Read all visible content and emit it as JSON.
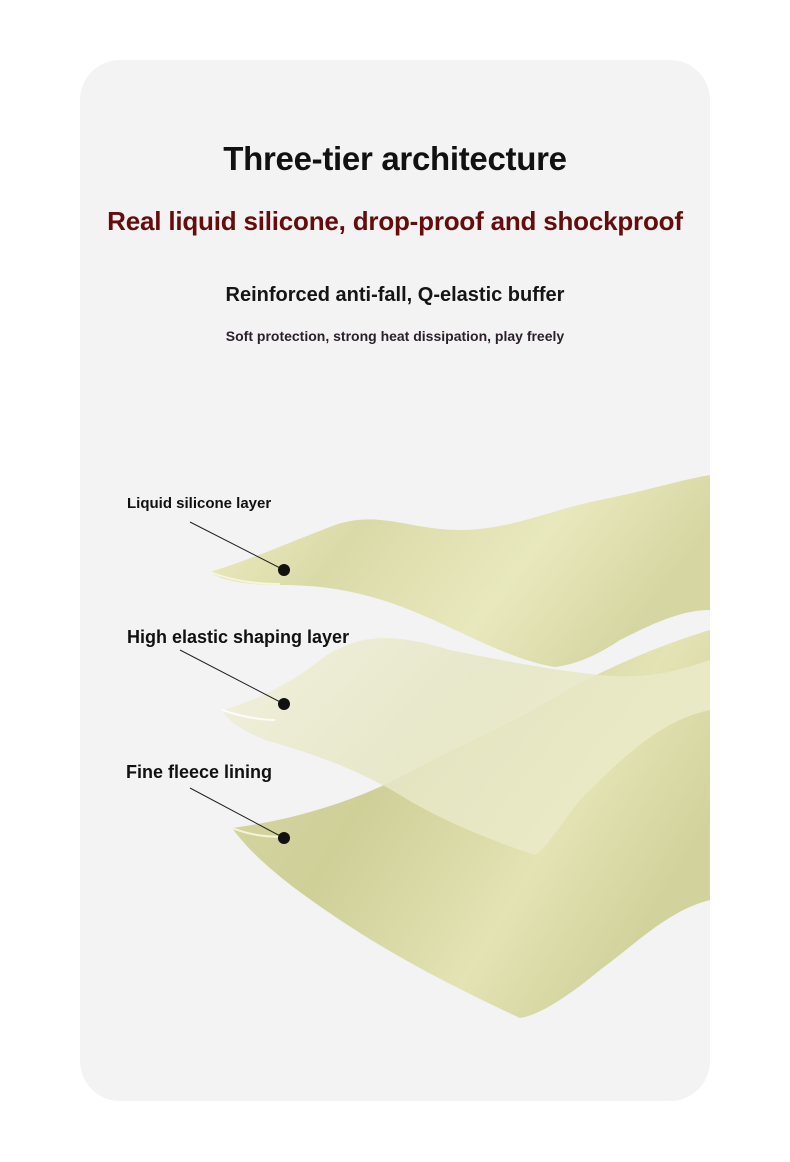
{
  "header": {
    "title": "Three-tier architecture",
    "subtitle": "Real liquid silicone, drop-proof and shockproof",
    "tagline": "Reinforced anti-fall, Q-elastic buffer",
    "tagline_sub": "Soft protection, strong heat dissipation, play freely"
  },
  "layers": [
    {
      "label": "Liquid silicone layer"
    },
    {
      "label": "High elastic shaping layer"
    },
    {
      "label": "Fine fleece lining"
    }
  ],
  "colors": {
    "card_background": "#f3f3f3",
    "title": "#111111",
    "subtitle": "#650d0d",
    "layer_fill": "#dcdcab",
    "marker": "#111111"
  }
}
